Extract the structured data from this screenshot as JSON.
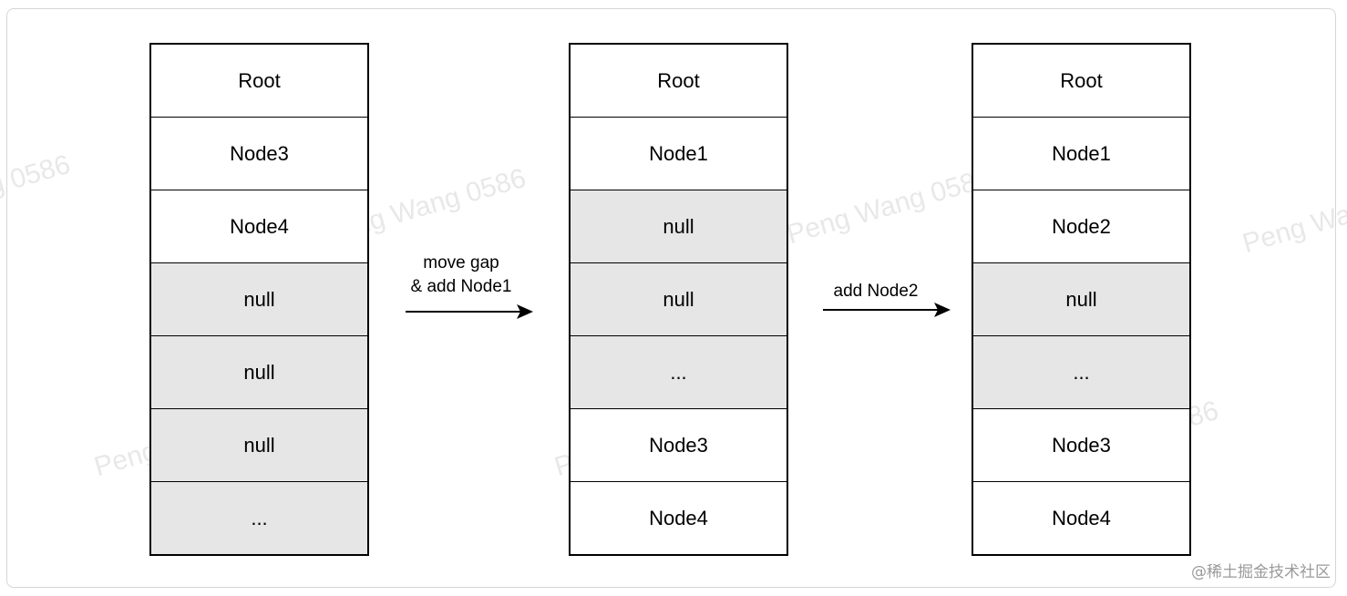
{
  "columns": [
    {
      "id": "col-1",
      "cells": [
        {
          "label": "Root",
          "empty": false
        },
        {
          "label": "Node3",
          "empty": false
        },
        {
          "label": "Node4",
          "empty": false
        },
        {
          "label": "null",
          "empty": true
        },
        {
          "label": "null",
          "empty": true
        },
        {
          "label": "null",
          "empty": true
        },
        {
          "label": "...",
          "empty": true
        }
      ]
    },
    {
      "id": "col-2",
      "cells": [
        {
          "label": "Root",
          "empty": false
        },
        {
          "label": "Node1",
          "empty": false
        },
        {
          "label": "null",
          "empty": true
        },
        {
          "label": "null",
          "empty": true
        },
        {
          "label": "...",
          "empty": true
        },
        {
          "label": "Node3",
          "empty": false
        },
        {
          "label": "Node4",
          "empty": false
        }
      ]
    },
    {
      "id": "col-3",
      "cells": [
        {
          "label": "Root",
          "empty": false
        },
        {
          "label": "Node1",
          "empty": false
        },
        {
          "label": "Node2",
          "empty": false
        },
        {
          "label": "null",
          "empty": true
        },
        {
          "label": "...",
          "empty": true
        },
        {
          "label": "Node3",
          "empty": false
        },
        {
          "label": "Node4",
          "empty": false
        }
      ]
    }
  ],
  "arrows": {
    "first": {
      "line1": "move gap",
      "line2": "& add Node1"
    },
    "second": {
      "label": "add Node2"
    }
  },
  "colors": {
    "empty_cell": "#e6e6e6",
    "filled_cell": "#ffffff",
    "border": "#000000"
  },
  "watermark": "Peng Wang 0586",
  "credit": "@稀土掘金技术社区"
}
